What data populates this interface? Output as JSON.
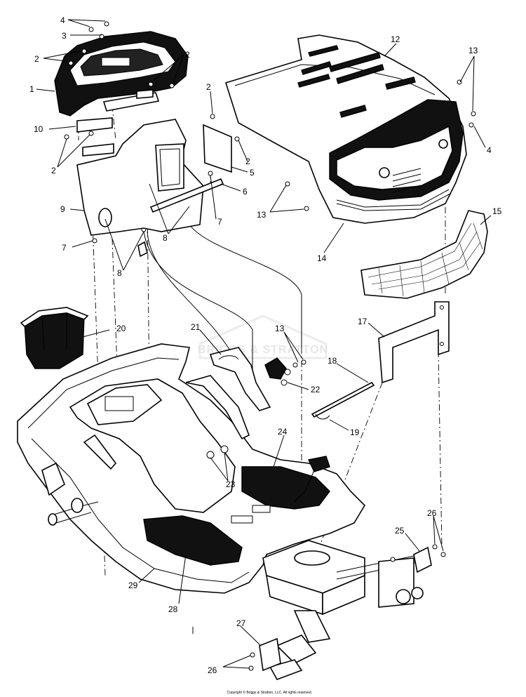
{
  "watermark": "BRIGGS & STRATTON",
  "copyright": "Copyright © Briggs & Stratton, LLC. All rights reserved.",
  "callouts": [
    {
      "id": "c1",
      "text": "1"
    },
    {
      "id": "c2a",
      "text": "2"
    },
    {
      "id": "c2b",
      "text": "2"
    },
    {
      "id": "c2c",
      "text": "2"
    },
    {
      "id": "c2d",
      "text": "2"
    },
    {
      "id": "c2e",
      "text": "2"
    },
    {
      "id": "c3",
      "text": "3"
    },
    {
      "id": "c4a",
      "text": "4"
    },
    {
      "id": "c4b",
      "text": "4"
    },
    {
      "id": "c5",
      "text": "5"
    },
    {
      "id": "c6",
      "text": "6"
    },
    {
      "id": "c7a",
      "text": "7"
    },
    {
      "id": "c7b",
      "text": "7"
    },
    {
      "id": "c8a",
      "text": "8"
    },
    {
      "id": "c8b",
      "text": "8"
    },
    {
      "id": "c9",
      "text": "9"
    },
    {
      "id": "c10",
      "text": "10"
    },
    {
      "id": "c12",
      "text": "12"
    },
    {
      "id": "c13a",
      "text": "13"
    },
    {
      "id": "c13b",
      "text": "13"
    },
    {
      "id": "c13c",
      "text": "13"
    },
    {
      "id": "c14",
      "text": "14"
    },
    {
      "id": "c15",
      "text": "15"
    },
    {
      "id": "c17",
      "text": "17"
    },
    {
      "id": "c18",
      "text": "18"
    },
    {
      "id": "c19",
      "text": "19"
    },
    {
      "id": "c20",
      "text": "20"
    },
    {
      "id": "c21",
      "text": "21"
    },
    {
      "id": "c22",
      "text": "22"
    },
    {
      "id": "c23",
      "text": "23"
    },
    {
      "id": "c24",
      "text": "24"
    },
    {
      "id": "c25",
      "text": "25"
    },
    {
      "id": "c26a",
      "text": "26"
    },
    {
      "id": "c26b",
      "text": "26"
    },
    {
      "id": "c27",
      "text": "27"
    },
    {
      "id": "c28",
      "text": "28"
    },
    {
      "id": "c29",
      "text": "29"
    }
  ]
}
